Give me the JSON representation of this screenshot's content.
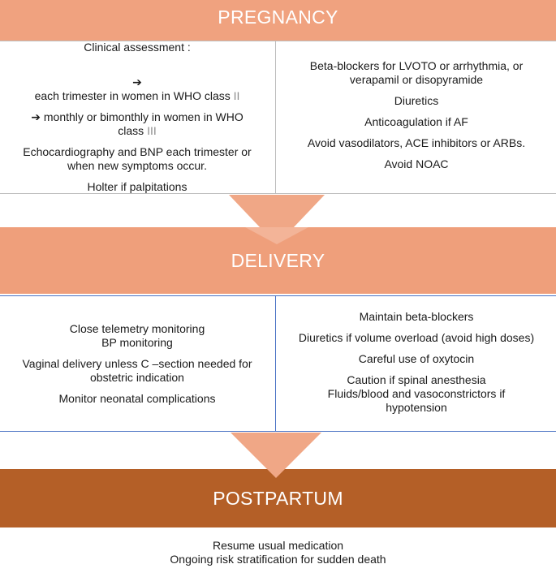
{
  "colors": {
    "pregnancy_band": "#f0a27f",
    "delivery_band": "#ef9f7b",
    "postpartum_band": "#b45f27",
    "arrow": "#f0a786",
    "box_border_pregnancy": "#bdbdbd",
    "box_border_delivery": "#4a72c4"
  },
  "pregnancy": {
    "title": "PREGNANCY",
    "left": {
      "heading": "Clinical assessment :",
      "item1_prefix": "each trimester in women in WHO class ",
      "item1_roman": "II",
      "item2_prefix": "monthly or bimonthly in women in WHO\nclass ",
      "item2_roman": "III",
      "item3": "Echocardiography and BNP each trimester or\nwhen new symptoms  occur.",
      "item4": "Holter if palpitations"
    },
    "right": {
      "item1": "Beta-blockers for LVOTO or arrhythmia, or\nverapamil or disopyramide",
      "item2": "Diuretics",
      "item3": "Anticoagulation if AF",
      "item4": "Avoid vasodilators, ACE inhibitors or ARBs.",
      "item5": "Avoid NOAC"
    }
  },
  "delivery": {
    "title": "DELIVERY",
    "left": {
      "item1": "Close telemetry monitoring\nBP monitoring",
      "item2": "Vaginal delivery unless C –section needed for\nobstetric indication",
      "item3": "Monitor neonatal complications"
    },
    "right": {
      "item1": "Maintain beta-blockers",
      "item2": "Diuretics if volume overload (avoid high doses)",
      "item3": "Careful use of oxytocin",
      "item4": "Caution if spinal anesthesia\nFluids/blood  and vasoconstrictors if\nhypotension"
    }
  },
  "postpartum": {
    "title": "POSTPARTUM",
    "item1": "Resume usual medication",
    "item2": "Ongoing risk stratification for sudden death"
  }
}
